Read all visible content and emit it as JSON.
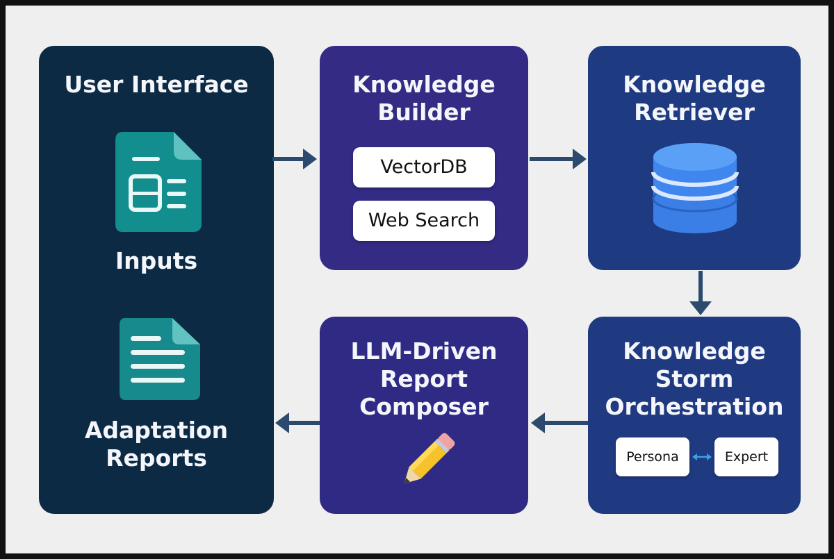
{
  "user_interface": {
    "title": "User Interface",
    "inputs_label": "Inputs",
    "reports_label": "Adaptation\nReports",
    "inputs_icon": "form-document-icon",
    "reports_icon": "text-document-icon"
  },
  "knowledge_builder": {
    "title": "Knowledge\nBuilder",
    "items": [
      "VectorDB",
      "Web Search"
    ]
  },
  "knowledge_retriever": {
    "title": "Knowledge\nRetriever",
    "icon": "database-icon"
  },
  "knowledge_storm": {
    "title": "Knowledge\nStorm\nOrchestration",
    "left_chip": "Persona",
    "right_chip": "Expert",
    "connector_icon": "double-arrow-icon"
  },
  "report_composer": {
    "title": "LLM-Driven\nReport\nComposer",
    "icon": "pencil-icon"
  },
  "colors": {
    "user_interface_bg": "#0d2a44",
    "builder_bg": "#332b84",
    "retriever_bg": "#1e3a80",
    "arrow": "#2c4a6e",
    "teal_icon": "#0f8a8c",
    "database_blue": "#3b82f6"
  }
}
